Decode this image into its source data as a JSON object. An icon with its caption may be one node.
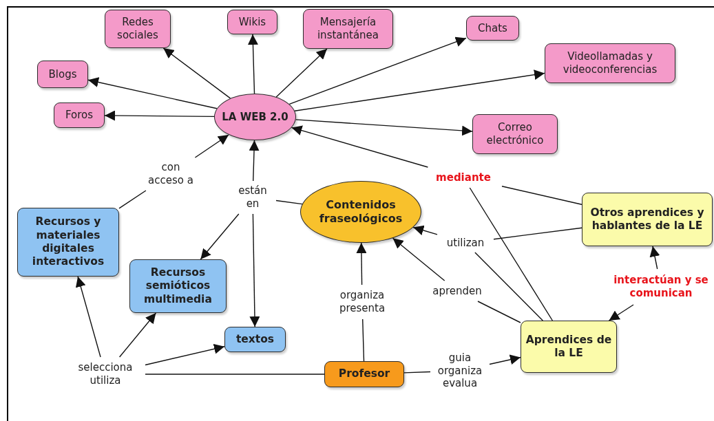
{
  "diagram": {
    "nodes": [
      {
        "text": [
          "LA WEB 2.0"
        ]
      },
      {
        "text": [
          "Redes sociales"
        ]
      },
      {
        "text": [
          "Wikis"
        ]
      },
      {
        "text": [
          "Mensajería instantánea"
        ]
      },
      {
        "text": [
          "Chats"
        ]
      },
      {
        "text": [
          "Videollamadas y videoconferencias"
        ]
      },
      {
        "text": [
          "Blogs"
        ]
      },
      {
        "text": [
          "Foros"
        ]
      },
      {
        "text": [
          "Correo electrónico"
        ]
      },
      {
        "text": [
          "con acceso a"
        ]
      },
      {
        "text": [
          "están en"
        ]
      },
      {
        "text": [
          "Contenidos fraseológicos"
        ]
      },
      {
        "text": [
          "mediante"
        ]
      },
      {
        "text": [
          "Otros aprendices y hablantes de la LE"
        ]
      },
      {
        "text": [
          "Recursos y materiales digitales interactivos"
        ]
      },
      {
        "text": [
          "utilizan"
        ]
      },
      {
        "text": [
          "Recursos semióticos multimedia"
        ]
      },
      {
        "text": [
          "interactúan y se comunican"
        ]
      },
      {
        "text": [
          "aprenden"
        ]
      },
      {
        "text": [
          "organiza presenta"
        ]
      },
      {
        "text": [
          "textos"
        ]
      },
      {
        "text": [
          "Aprendices de la LE"
        ]
      },
      {
        "text": [
          "selecciona utiliza"
        ]
      },
      {
        "text": [
          "Profesor"
        ]
      },
      {
        "text": [
          "guia organiza evalua"
        ]
      }
    ],
    "edges": [
      {
        "from": 0,
        "to": 1,
        "arrow": "to"
      },
      {
        "from": 0,
        "to": 2,
        "arrow": "to"
      },
      {
        "from": 0,
        "to": 3,
        "arrow": "to"
      },
      {
        "from": 0,
        "to": 4,
        "arrow": "to"
      },
      {
        "from": 0,
        "to": 5,
        "arrow": "to"
      },
      {
        "from": 0,
        "to": 6,
        "arrow": "to"
      },
      {
        "from": 0,
        "to": 7,
        "arrow": "to"
      },
      {
        "from": 0,
        "to": 8,
        "arrow": "to"
      },
      {
        "from": 14,
        "to": 9,
        "arrow": "none"
      },
      {
        "from": 9,
        "to": 0,
        "arrow": "to"
      },
      {
        "from": 11,
        "to": 10,
        "arrow": "none"
      },
      {
        "from": 10,
        "to": 0,
        "arrow": "to"
      },
      {
        "from": 10,
        "to": 16,
        "arrow": "to"
      },
      {
        "from": 10,
        "to": 20,
        "arrow": "to"
      },
      {
        "from": 13,
        "to": 12,
        "arrow": "none"
      },
      {
        "from": 21,
        "to": 12,
        "arrow": "none"
      },
      {
        "from": 12,
        "to": 0,
        "arrow": "to"
      },
      {
        "from": 13,
        "to": 15,
        "arrow": "none"
      },
      {
        "from": 21,
        "to": 15,
        "arrow": "none"
      },
      {
        "from": 15,
        "to": 11,
        "arrow": "to"
      },
      {
        "from": 21,
        "to": 18,
        "arrow": "none"
      },
      {
        "from": 18,
        "to": 11,
        "arrow": "to"
      },
      {
        "from": 23,
        "to": 19,
        "arrow": "none"
      },
      {
        "from": 19,
        "to": 11,
        "arrow": "to"
      },
      {
        "from": 23,
        "to": 22,
        "arrow": "none"
      },
      {
        "from": 22,
        "to": 14,
        "arrow": "to"
      },
      {
        "from": 22,
        "to": 16,
        "arrow": "to"
      },
      {
        "from": 22,
        "to": 20,
        "arrow": "to"
      },
      {
        "from": 23,
        "to": 24,
        "arrow": "none"
      },
      {
        "from": 24,
        "to": 21,
        "arrow": "to"
      },
      {
        "from": 17,
        "to": 13,
        "arrow": "to"
      },
      {
        "from": 17,
        "to": 21,
        "arrow": "to"
      }
    ]
  }
}
